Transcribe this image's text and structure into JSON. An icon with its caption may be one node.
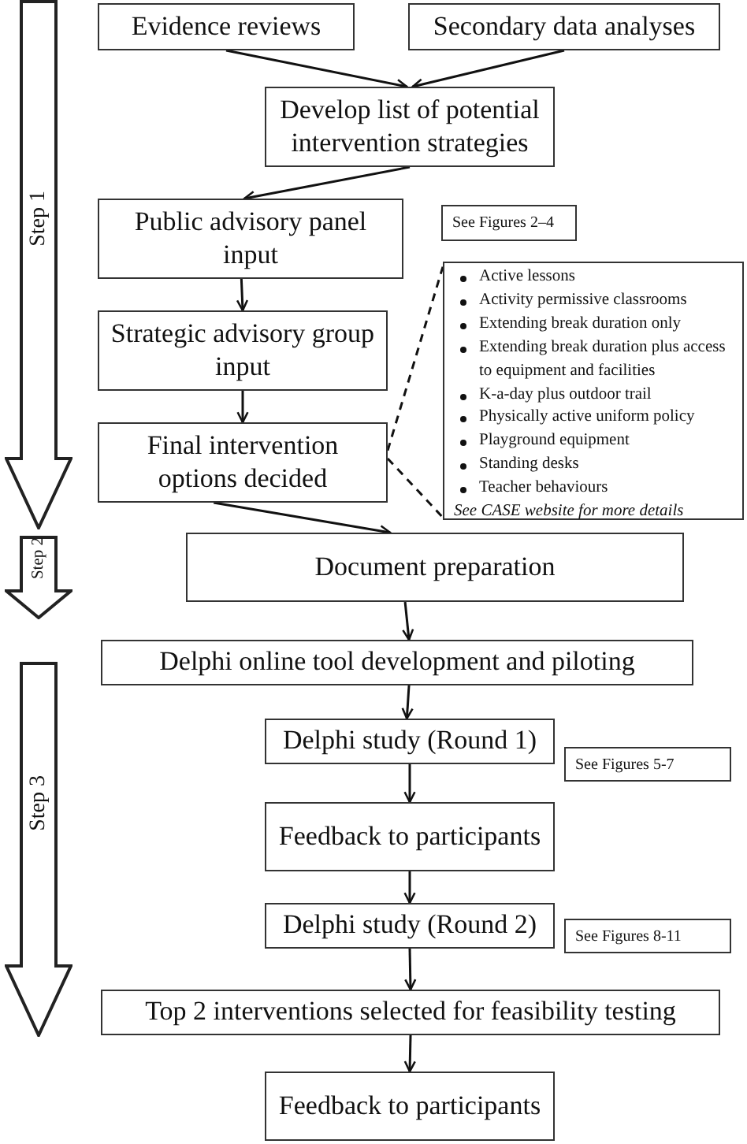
{
  "diagram": {
    "nodes": [
      {
        "text": [
          "Evidence reviews"
        ]
      },
      {
        "text": [
          "Secondary data analyses"
        ]
      },
      {
        "text": [
          "Develop list of potential intervention strategies"
        ]
      },
      {
        "text": [
          "Public advisory panel input"
        ]
      },
      {
        "text": [
          "Strategic advisory group input"
        ]
      },
      {
        "text": [
          "Final intervention options decided"
        ]
      },
      {
        "text": [
          "Active lessons",
          "Activity permissive classrooms",
          "Extending break duration only",
          "Extending break duration plus access to equipment and facilities",
          "K-a-day plus outdoor trail",
          "Physically active uniform policy",
          "Playground equipment",
          "Standing desks",
          "Teacher behaviours",
          "See CASE website for more details"
        ]
      },
      {
        "text": [
          "See Figures 2–4"
        ]
      },
      {
        "text": [
          "Document preparation"
        ]
      },
      {
        "text": [
          "Delphi online tool development and piloting"
        ]
      },
      {
        "text": [
          "Delphi study (Round 1)"
        ]
      },
      {
        "text": [
          "See Figures 5-7"
        ]
      },
      {
        "text": [
          "Feedback to participants"
        ]
      },
      {
        "text": [
          "Delphi study (Round 2)"
        ]
      },
      {
        "text": [
          "See Figures 8-11"
        ]
      },
      {
        "text": [
          "Top 2 interventions selected for feasibility testing"
        ]
      },
      {
        "text": [
          "Feedback to participants"
        ]
      },
      {
        "text": [
          "Step 1"
        ]
      },
      {
        "text": [
          "Step 2"
        ]
      },
      {
        "text": [
          "Step 3"
        ]
      }
    ],
    "edges": [
      {
        "from": 0,
        "to": 2,
        "arrow": "to"
      },
      {
        "from": 1,
        "to": 2,
        "arrow": "to"
      },
      {
        "from": 2,
        "to": 3,
        "arrow": "to"
      },
      {
        "from": 3,
        "to": 4,
        "arrow": "to"
      },
      {
        "from": 4,
        "to": 5,
        "arrow": "to"
      },
      {
        "from": 5,
        "to": 8,
        "arrow": "to"
      },
      {
        "from": 8,
        "to": 9,
        "arrow": "to"
      },
      {
        "from": 9,
        "to": 10,
        "arrow": "to"
      },
      {
        "from": 10,
        "to": 12,
        "arrow": "to"
      },
      {
        "from": 12,
        "to": 13,
        "arrow": "to"
      },
      {
        "from": 13,
        "to": 15,
        "arrow": "to"
      },
      {
        "from": 15,
        "to": 16,
        "arrow": "to"
      },
      {
        "from": 5,
        "to": 6,
        "arrow": "none",
        "style": "dashed"
      },
      {
        "from": 5,
        "to": 6,
        "arrow": "none",
        "style": "dashed"
      }
    ]
  }
}
